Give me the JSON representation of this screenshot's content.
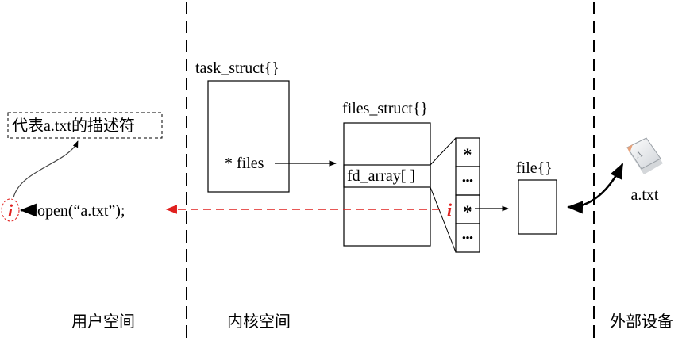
{
  "regions": {
    "user_space": "用户空间",
    "kernel_space": "内核空间",
    "external_devices": "外部设备"
  },
  "task_struct": {
    "title": "task_struct{}",
    "field": "* files"
  },
  "files_struct": {
    "title": "files_struct{}",
    "field": "fd_array[ ]"
  },
  "fd_array_cells": [
    "*",
    "•••",
    "*",
    "•••"
  ],
  "file_struct": {
    "title": "file{}"
  },
  "descriptor_note": "代表a.txt的描述符",
  "descriptor_symbol": "i",
  "open_call": "open(“a.txt”);",
  "external_file": {
    "name": "a.txt",
    "icon_letter": "A"
  },
  "colors": {
    "descriptor_red": "#e0201e",
    "line": "#000000"
  }
}
